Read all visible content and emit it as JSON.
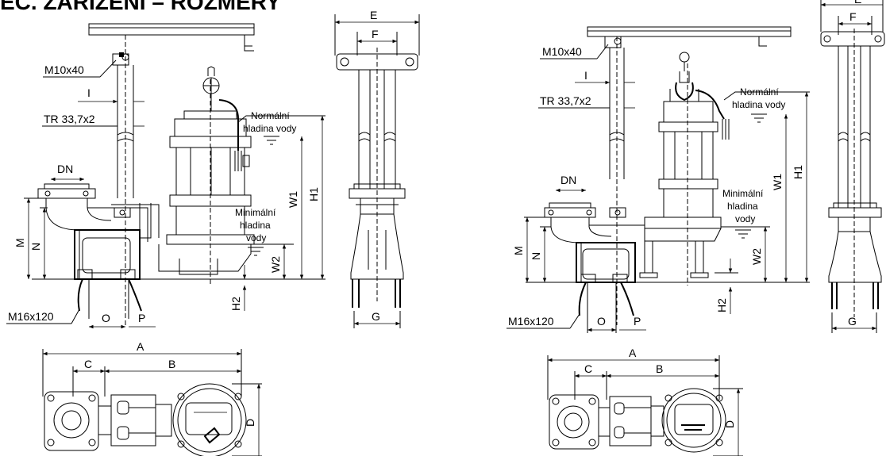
{
  "title": "EC. ZAŘÍZENÍ – ROZMĚRY",
  "left": {
    "labels": {
      "m10": "M10x40",
      "tr": "TR 33,7x2",
      "i": "I",
      "dn": "DN",
      "m": "M",
      "n": "N",
      "m16": "M16x120",
      "o": "O",
      "p": "P",
      "normal1": "Normální",
      "normal2": "hladina vody",
      "min1": "Minimální",
      "min2": "hladina",
      "min3": "vody",
      "w1": "W1",
      "w2": "W2",
      "h1": "H1",
      "h2": "H2"
    },
    "side": {
      "e": "E",
      "f": "F",
      "g": "G"
    },
    "plan": {
      "a": "A",
      "b": "B",
      "c": "C",
      "d": "D"
    }
  },
  "right": {
    "labels": {
      "m10": "M10x40",
      "tr": "TR 33,7x2",
      "i": "I",
      "dn": "DN",
      "m": "M",
      "n": "N",
      "m16": "M16x120",
      "o": "O",
      "p": "P",
      "normal1": "Normální",
      "normal2": "hladina vody",
      "min1": "Minimální",
      "min2": "hladina",
      "min3": "vody",
      "w1": "W1",
      "w2": "W2",
      "h1": "H1",
      "h2": "H2"
    },
    "side": {
      "e": "E",
      "f": "F",
      "g": "G"
    },
    "plan": {
      "a": "A",
      "b": "B",
      "c": "C",
      "d": "D"
    }
  }
}
